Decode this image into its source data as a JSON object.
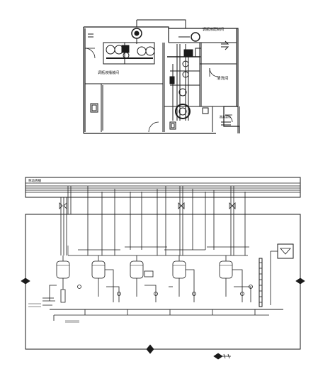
{
  "floor_plan": {
    "room_labels": {
      "prep_room_upper": "调瓶液配制间",
      "prep_room_main": "调瓶液播装间",
      "cleaning_room": "清洗间",
      "small_room_right": "器具暂存"
    }
  },
  "piping_diagram": {
    "header_title": "称动液播",
    "legend_rows": [
      "",
      "",
      "",
      ""
    ],
    "tanks": [
      {
        "id": "tank-1"
      },
      {
        "id": "tank-2"
      },
      {
        "id": "tank-3"
      },
      {
        "id": "tank-4"
      },
      {
        "id": "tank-5"
      }
    ]
  },
  "colors": {
    "ink": "#1a1a1a",
    "paper": "#ffffff"
  }
}
